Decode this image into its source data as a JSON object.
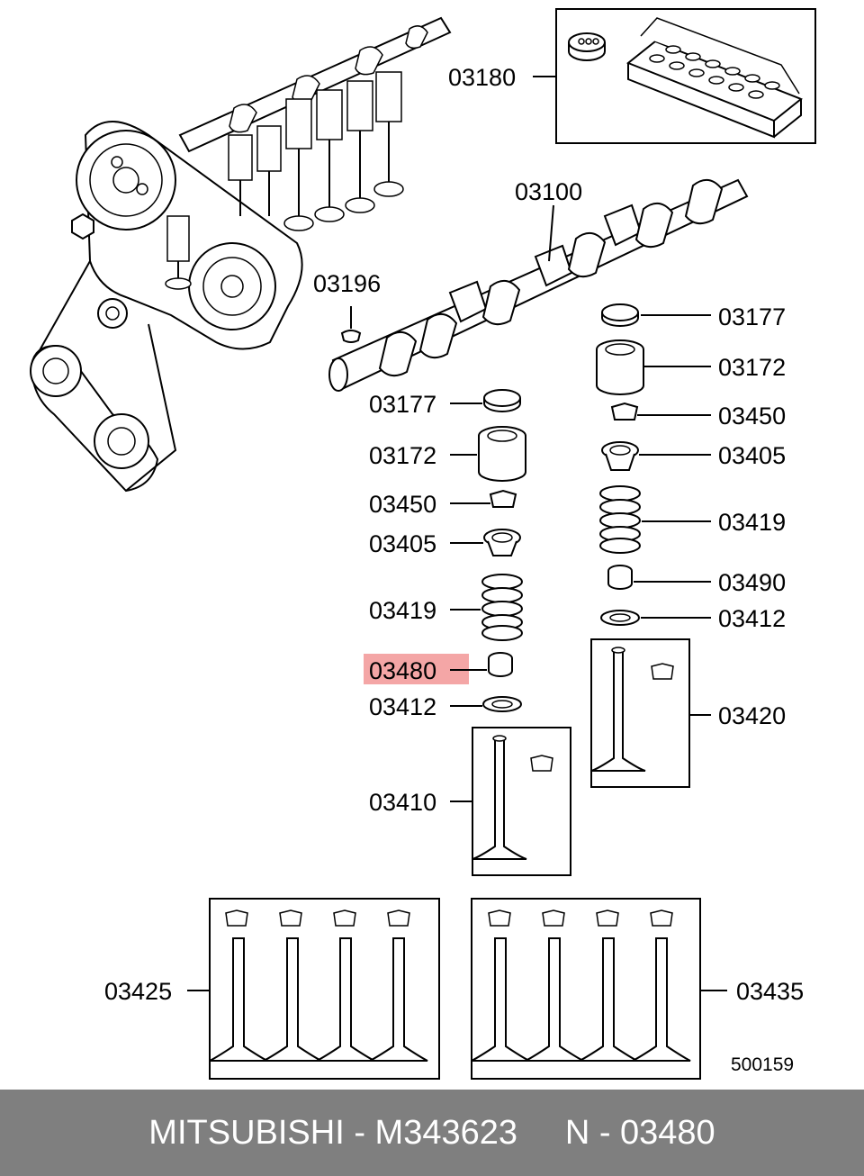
{
  "diagram": {
    "labels": {
      "l03180": "03180",
      "l03100": "03100",
      "l03196": "03196",
      "l03177_right": "03177",
      "l03172_right": "03172",
      "l03450_right": "03450",
      "l03405_right": "03405",
      "l03419_right": "03419",
      "l03490": "03490",
      "l03412_right": "03412",
      "l03420": "03420",
      "l03177_left": "03177",
      "l03172_left": "03172",
      "l03450_left": "03450",
      "l03405_left": "03405",
      "l03419_left": "03419",
      "l03480": "03480",
      "l03412_left": "03412",
      "l03410": "03410",
      "l03425": "03425",
      "l03435": "03435"
    },
    "drawing_number": "500159",
    "highlight_color": "#f4a6a6"
  },
  "footer": {
    "brand": "MITSUBISHI",
    "part_number": "M343623",
    "ref": "N - 03480",
    "separator": " - ",
    "background": "#7f7f7f"
  }
}
